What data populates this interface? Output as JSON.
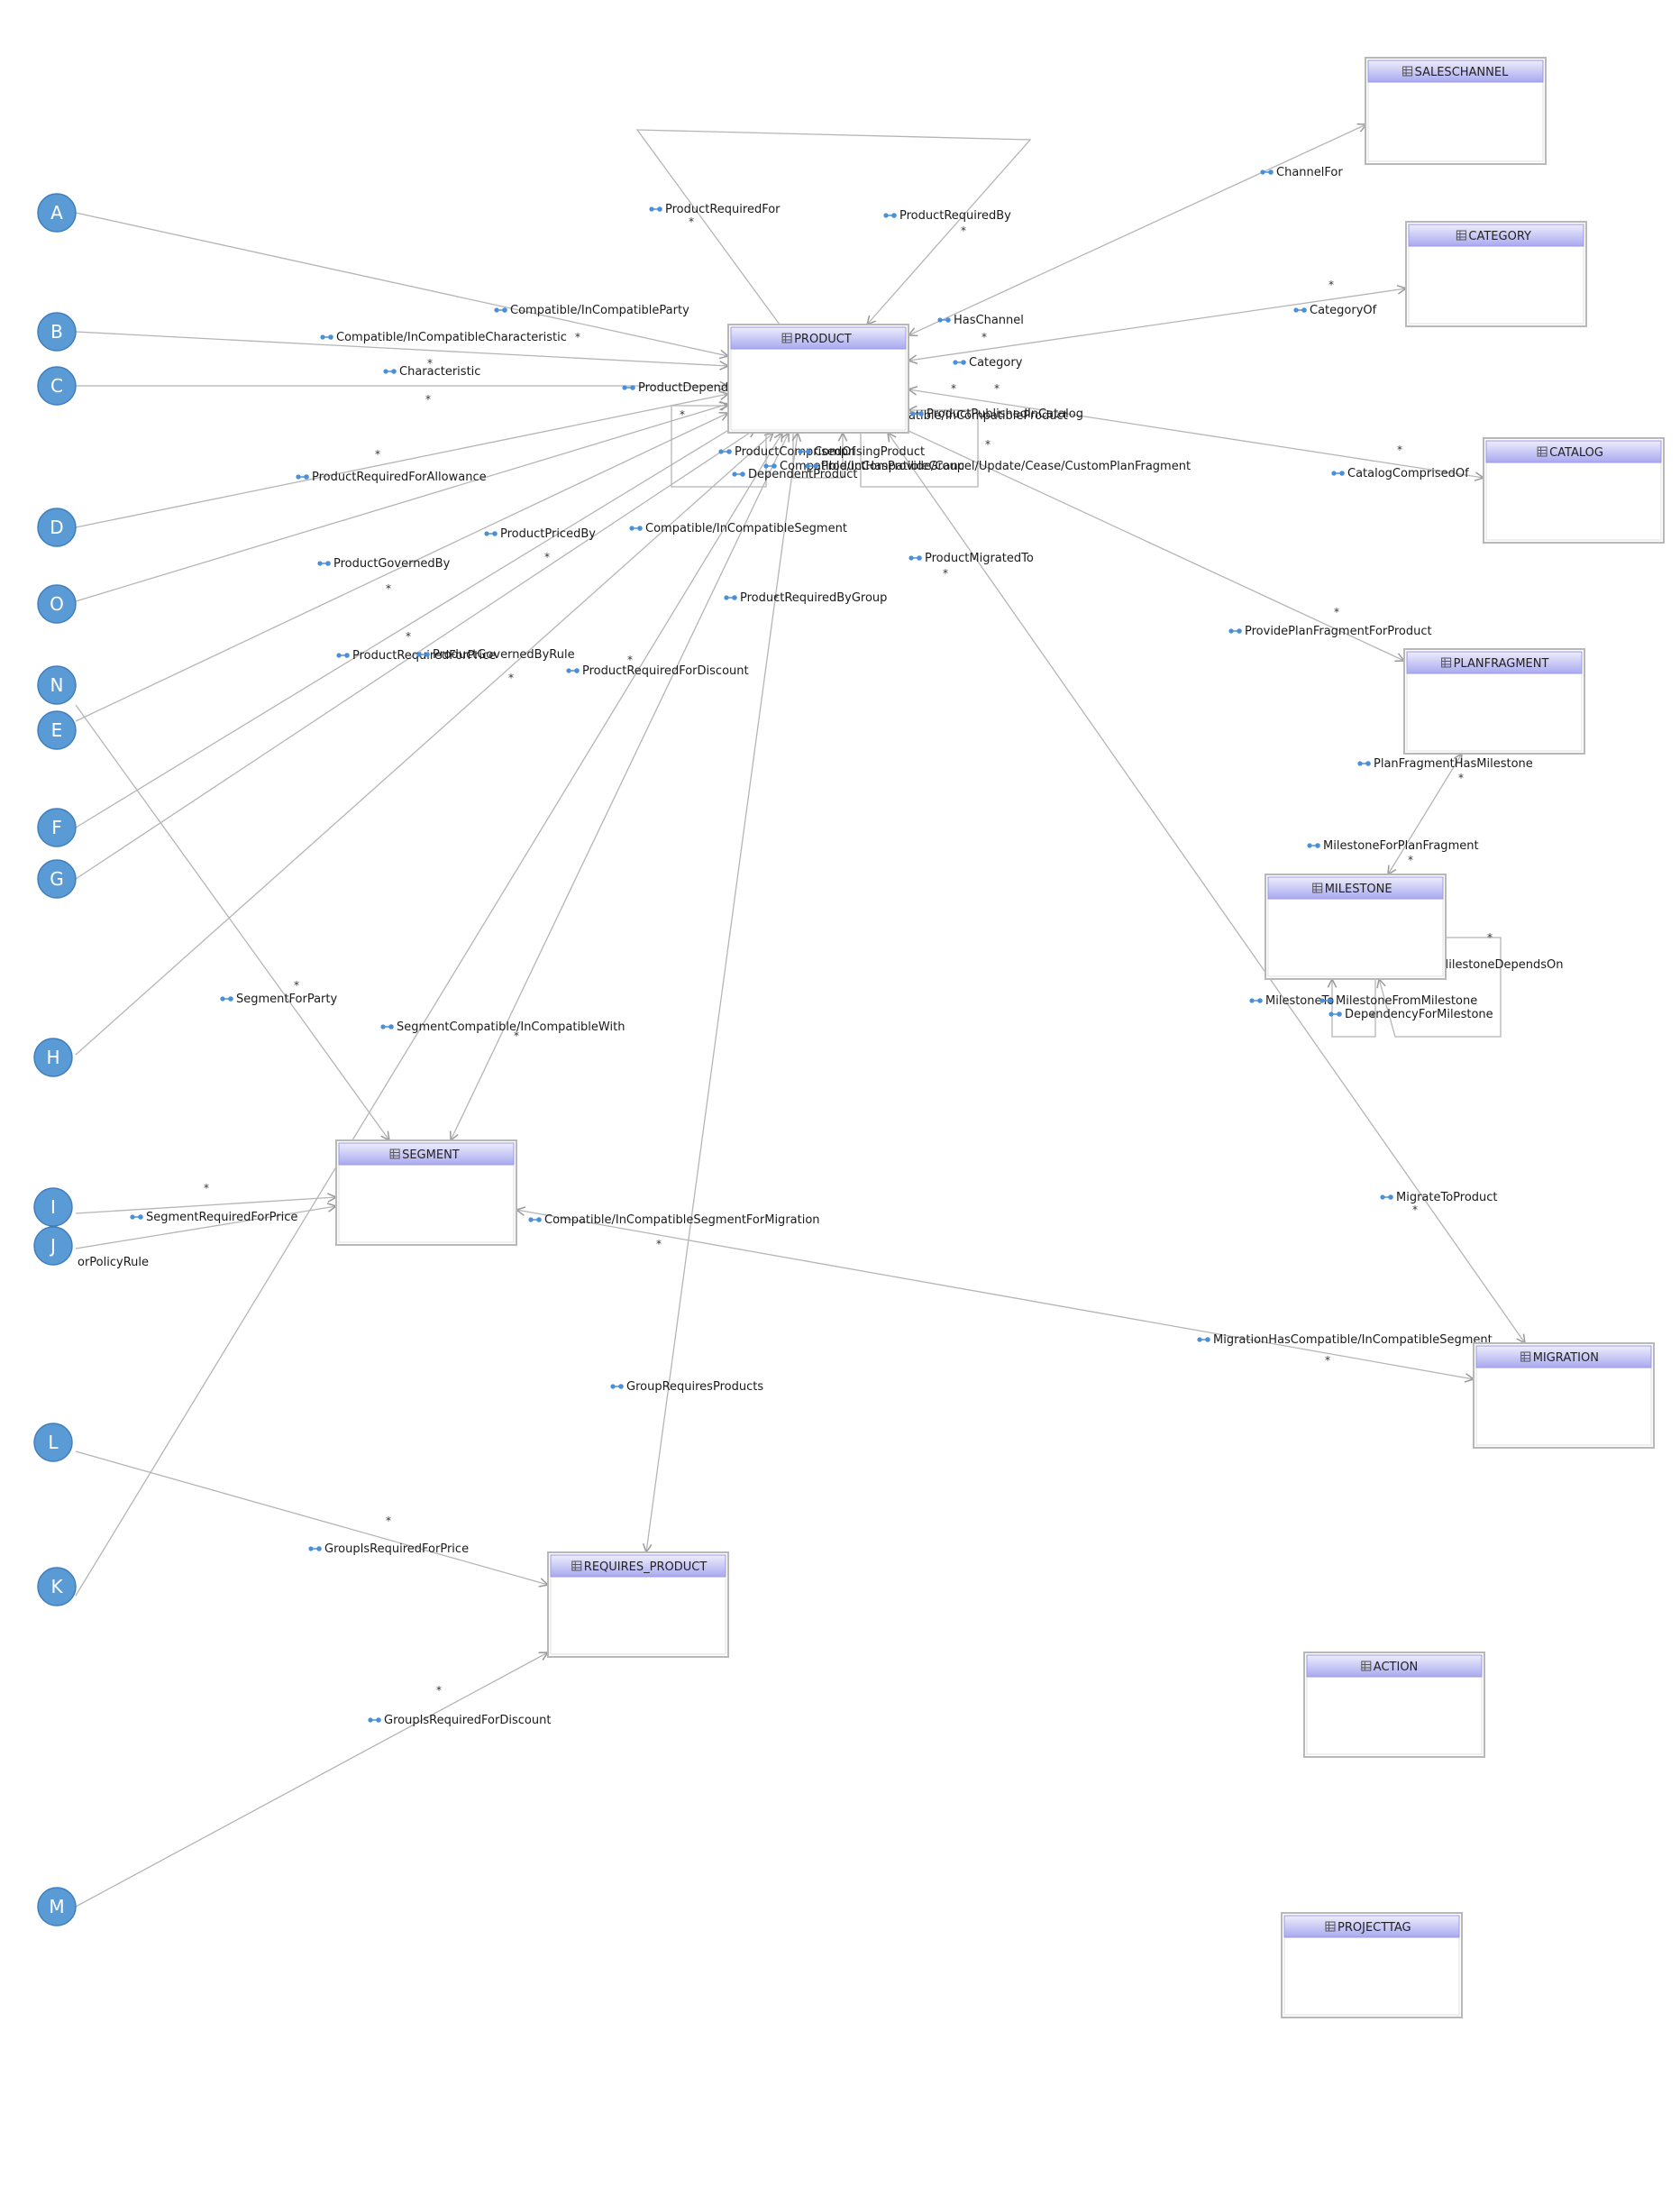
{
  "entities": {
    "salesChannel": "SALESCHANNEL",
    "category": "CATEGORY",
    "product": "PRODUCT",
    "catalog": "CATALOG",
    "planFragment": "PLANFRAGMENT",
    "milestone": "MILESTONE",
    "segment": "SEGMENT",
    "migration": "MIGRATION",
    "requiresProduct": "REQUIRES_PRODUCT",
    "action": "ACTION",
    "projectTag": "PROJECTTAG"
  },
  "nodes": {
    "a": "A",
    "b": "B",
    "c": "C",
    "d": "D",
    "o": "O",
    "n": "N",
    "e": "E",
    "f": "F",
    "g": "G",
    "h": "H",
    "i": "I",
    "j": "J",
    "l": "L",
    "k": "K",
    "m": "M"
  },
  "relationships": {
    "productRequiredFor": "ProductRequiredFor",
    "productRequiredBy": "ProductRequiredBy",
    "channelFor": "ChannelFor",
    "compatibleParty": "Compatible/InCompatibleParty",
    "hasChannel": "HasChannel",
    "categoryOf": "CategoryOf",
    "compatibleCharacteristic": "Compatible/InCompatibleCharacteristic",
    "characteristic": "Characteristic",
    "category": "Category",
    "productDependsOn": "ProductDependsOn",
    "compatibleProduct": "Compatible/InCompatibleProduct",
    "productInCatalog": "ProductPublishedInCatalog",
    "catalogComprisedOf": "CatalogComprisedOf",
    "productComprisedOf": "ProductComprisedOf",
    "comprisingProduct": "ComprisingProduct",
    "compatibleGroup": "Compatible/InCompatibleGroup",
    "customPlanFragment": "ProductHasProvide/Cancel/Update/Cease/CustomPlanFragment",
    "dependentProduct": "DependentProduct",
    "productRequiredForAllowance": "ProductRequiredForAllowance",
    "productPricedBy": "ProductPricedBy",
    "compatibleSegment": "Compatible/InCompatibleSegment",
    "productGovernedBy": "ProductGovernedBy",
    "productMigratedTo": "ProductMigratedTo",
    "productRequiredByGroup": "ProductRequiredByGroup",
    "providePlanFragment": "ProvidePlanFragmentForProduct",
    "productRequiredForPrice": "ProductRequiredForPrice",
    "productGovernedByRule": "ProductGovernedByRule",
    "productRequiredForDiscount": "ProductRequiredForDiscount",
    "planFragmentHasMilestone": "PlanFragmentHasMilestone",
    "milestoneForPlanFragment": "MilestoneForPlanFragment",
    "milestoneDependsOn": "MilestoneDependsOn",
    "milestoneTo": "MilestoneTo",
    "milestoneFromMilestone": "MilestoneFromMilestone",
    "dependencyForMilestone": "DependencyForMilestone",
    "segmentForParty": "SegmentForParty",
    "segmentCompatibleWith": "SegmentCompatible/InCompatibleWith",
    "segmentRequiredForPrice": "SegmentRequiredForPrice",
    "segmentForPolicyRule": "orPolicyRule",
    "compatibleSegmentForMigration": "Compatible/InCompatibleSegmentForMigration",
    "migrateToProduct": "MigrateToProduct",
    "migrationHasSegment": "MigrationHasCompatible/InCompatibleSegment",
    "groupRequiresProducts": "GroupRequiresProducts",
    "groupRequiredForPrice": "GroupIsRequiredForPrice",
    "groupRequiredForDiscount": "GroupIsRequiredForDiscount"
  },
  "multiplicity": "*",
  "colors": {
    "header_top": "#ededfc",
    "header_bottom": "#a9a9f0",
    "node_fill": "#5b9bd5",
    "icon": "#4a90d9"
  }
}
